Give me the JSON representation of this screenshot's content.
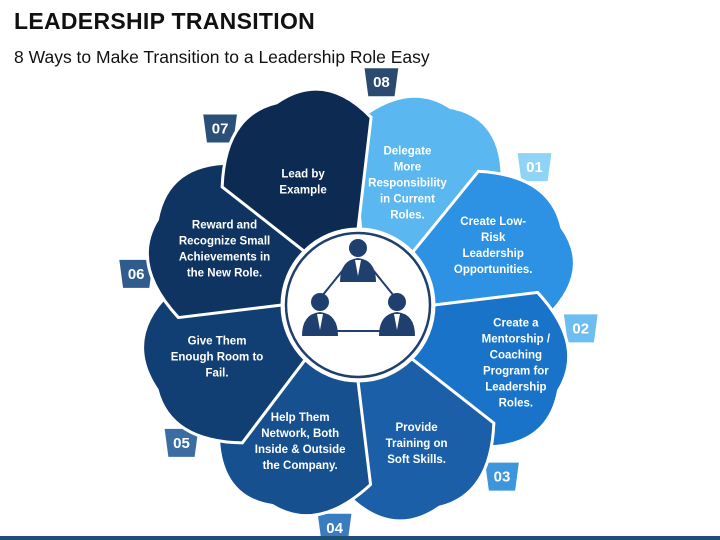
{
  "header": {
    "title": "LEADERSHIP TRANSITION",
    "subtitle": "8 Ways to Make Transition to a Leadership Role Easy"
  },
  "steps": [
    {
      "number": "01",
      "lines": [
        "Delegate",
        "More",
        "Responsibility",
        "in Current",
        "Roles."
      ],
      "color": "#5ab7f0",
      "tab_color": "#8fd3f7"
    },
    {
      "number": "02",
      "lines": [
        "Create Low-",
        "Risk",
        "Leadership",
        "Opportunities."
      ],
      "color": "#2d92e3",
      "tab_color": "#6cbdf0"
    },
    {
      "number": "03",
      "lines": [
        "Create a",
        "Mentorship /",
        "Coaching",
        "Program for",
        "Leadership",
        "Roles."
      ],
      "color": "#1873c9",
      "tab_color": "#3d95dc"
    },
    {
      "number": "04",
      "lines": [
        "Provide",
        "Training on",
        "Soft Skills."
      ],
      "color": "#1a5fa8",
      "tab_color": "#3a7cc0"
    },
    {
      "number": "05",
      "lines": [
        "Help Them",
        "Network, Both",
        "Inside & Outside",
        "the Company."
      ],
      "color": "#17508f",
      "tab_color": "#3b6da3"
    },
    {
      "number": "06",
      "lines": [
        "Give Them",
        "Enough Room to",
        "Fail."
      ],
      "color": "#123f73",
      "tab_color": "#2f5c8c"
    },
    {
      "number": "07",
      "lines": [
        "Reward and",
        "Recognize Small",
        "Achievements in",
        "the New Role."
      ],
      "color": "#0f3462",
      "tab_color": "#2a4f79"
    },
    {
      "number": "08",
      "lines": [
        "Lead by",
        "Example"
      ],
      "color": "#0c2a52",
      "tab_color": "#2b4a70"
    }
  ],
  "center": {
    "icon": "team-hierarchy-icon",
    "border_color": "#1f3f6e"
  }
}
